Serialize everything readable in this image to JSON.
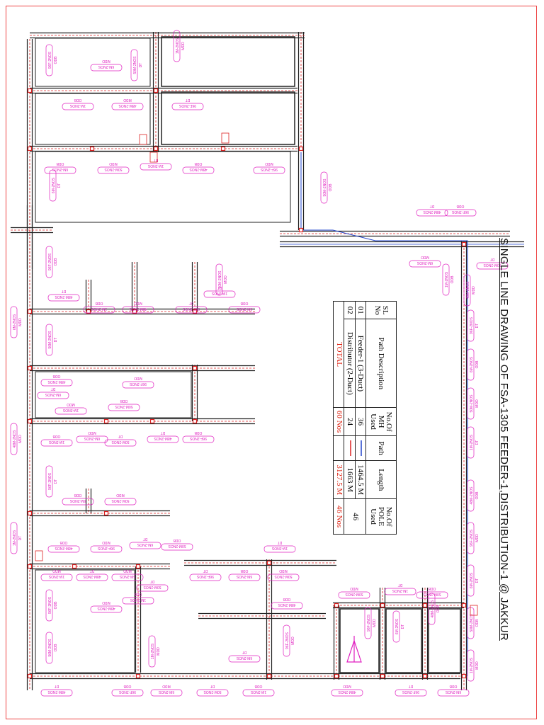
{
  "title": "SINGLE LINE DRAWING OF FSA-1305 FEEDER-1,DISTRIBUTION-1 @ JAKKUR",
  "summary_table": {
    "headers": [
      "SL No",
      "Path Description",
      "No.Of MH Used",
      "Path",
      "Length",
      "No.Of POLE Used"
    ],
    "rows": [
      {
        "sl": "01",
        "desc": "Feeder-1 (3-Duct)",
        "mh": "36",
        "length": "1464.5 M",
        "poles": "46"
      },
      {
        "sl": "02",
        "desc": "Distributor (2-Duct)",
        "mh": "24",
        "length": "1663 M",
        "poles": ""
      }
    ],
    "total": {
      "label": "TOTAL",
      "mh": "60 Nos",
      "length": "3127.5 M",
      "poles": "46 Nos"
    }
  },
  "labels": {
    "odb": "ODB",
    "mdd": "MDD",
    "dt": "DT",
    "s1": "96F-2NOS",
    "s2": "6M-2NOS",
    "s3": "50M-2NOS",
    "s4": "1M-2NOS",
    "s5": "48M-2NOS"
  },
  "colors": {
    "road": "#222222",
    "feeder": "#2244cc",
    "distribution": "#dd2222",
    "callout": "#e020c0",
    "frame": "#ee4444"
  }
}
